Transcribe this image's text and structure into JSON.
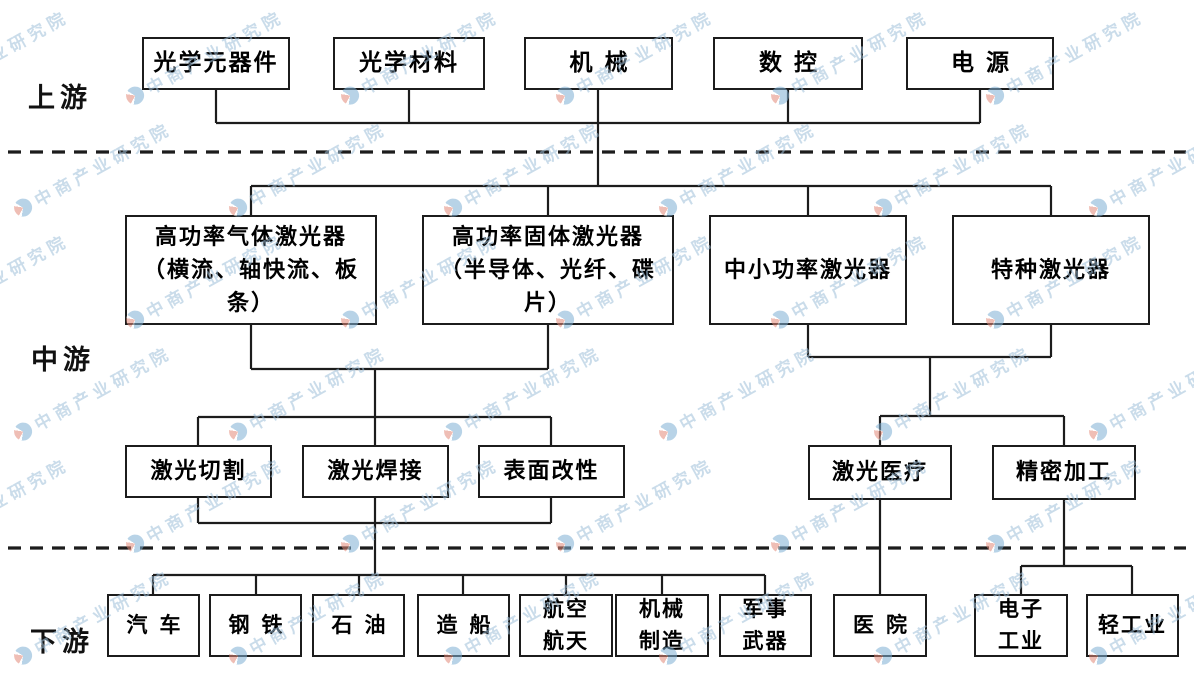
{
  "tiers": {
    "upstream": {
      "label": "上游"
    },
    "midstream": {
      "label": "中游"
    },
    "downstream": {
      "label": "下游"
    }
  },
  "nodes": [
    {
      "id": "u1",
      "tier": "upstream",
      "label": "光学元器件"
    },
    {
      "id": "u2",
      "tier": "upstream",
      "label": "光学材料"
    },
    {
      "id": "u3",
      "tier": "upstream",
      "label": "机械"
    },
    {
      "id": "u4",
      "tier": "upstream",
      "label": "数控"
    },
    {
      "id": "u5",
      "tier": "upstream",
      "label": "电源"
    },
    {
      "id": "m1",
      "tier": "midstream",
      "label": "高功率气体激光器（横流、轴快流、板条）",
      "lines": [
        "高功率气体激光器",
        "（横流、轴快流、板",
        "条）"
      ]
    },
    {
      "id": "m2",
      "tier": "midstream",
      "label": "高功率固体激光器（半导体、光纤、碟片）",
      "lines": [
        "高功率固体激光器",
        "（半导体、光纤、碟",
        "片）"
      ]
    },
    {
      "id": "m3",
      "tier": "midstream",
      "label": "中小功率激光器"
    },
    {
      "id": "m4",
      "tier": "midstream",
      "label": "特种激光器"
    },
    {
      "id": "a1",
      "tier": "midstream",
      "label": "激光切割"
    },
    {
      "id": "a2",
      "tier": "midstream",
      "label": "激光焊接"
    },
    {
      "id": "a3",
      "tier": "midstream",
      "label": "表面改性"
    },
    {
      "id": "a4",
      "tier": "midstream",
      "label": "激光医疗"
    },
    {
      "id": "a5",
      "tier": "midstream",
      "label": "精密加工"
    },
    {
      "id": "d1",
      "tier": "downstream",
      "label": "汽车"
    },
    {
      "id": "d2",
      "tier": "downstream",
      "label": "钢铁"
    },
    {
      "id": "d3",
      "tier": "downstream",
      "label": "石油"
    },
    {
      "id": "d4",
      "tier": "downstream",
      "label": "造船"
    },
    {
      "id": "d5",
      "tier": "downstream",
      "label": "航空航天",
      "lines": [
        "航空",
        "航天"
      ]
    },
    {
      "id": "d6",
      "tier": "downstream",
      "label": "机械制造",
      "lines": [
        "机械",
        "制造"
      ]
    },
    {
      "id": "d7",
      "tier": "downstream",
      "label": "军事武器",
      "lines": [
        "军事",
        "武器"
      ]
    },
    {
      "id": "d8",
      "tier": "downstream",
      "label": "医院"
    },
    {
      "id": "d9",
      "tier": "downstream",
      "label": "电子工业",
      "lines": [
        "电子",
        "工业"
      ]
    },
    {
      "id": "d10",
      "tier": "downstream",
      "label": "轻工业"
    }
  ],
  "watermark": {
    "text": "中商产业研究院"
  },
  "colors": {
    "line": "#1c1c1c",
    "watermark_text": "#9fc0da",
    "logo_blue": "#7fb0d4",
    "logo_red": "#e28a79"
  }
}
